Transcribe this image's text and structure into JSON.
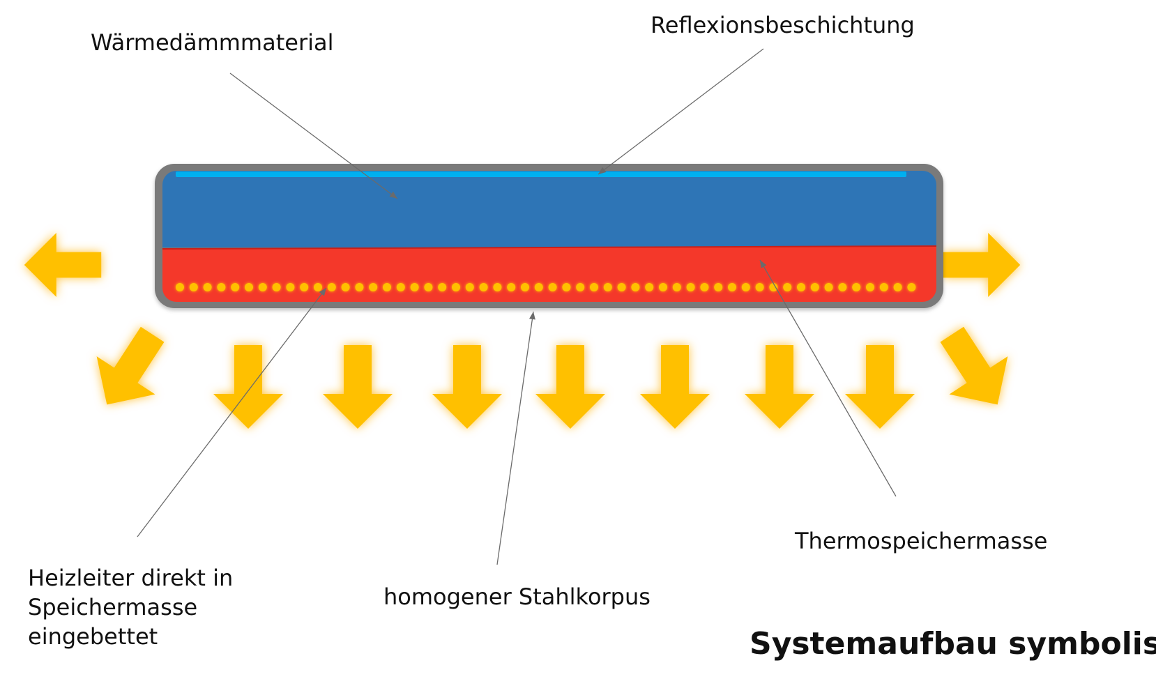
{
  "labels": {
    "waermedaemmmaterial": "Wärmedämmmaterial",
    "reflexionsbeschichtung": "Reflexionsbeschichtung",
    "thermospeichermasse": "Thermospeichermasse",
    "stahlkorpus": "homogener Stahlkorpus",
    "heizleiter_line1": "Heizleiter direkt in",
    "heizleiter_line2": "Speichermasse",
    "heizleiter_line3": "eingebettet"
  },
  "title": "Systemaufbau symbolisch",
  "colors": {
    "steel_casing": "#7a7a7a",
    "insulation": "#2e75b6",
    "reflection_coating": "#00b0f0",
    "storage_mass": "#f4382a",
    "heating_conductor": "#ffc000",
    "heat_arrow": "#ffc000",
    "heat_glow": "#ffd966",
    "leader_line": "#6b6b6b"
  },
  "icons": {
    "heat_arrow": "arrow-icon",
    "heating_dot": "heating-element-icon"
  }
}
